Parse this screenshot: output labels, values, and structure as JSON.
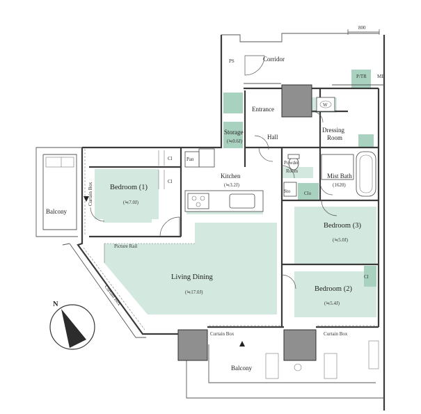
{
  "scale_label": "800",
  "compass_label": "N",
  "rooms": {
    "corridor": "Corridor",
    "ps": "PS",
    "ptr": "P/TR",
    "mb": "MB",
    "entrance": "Entrance",
    "storage": "Storage",
    "storage_area": "(≒0.6J)",
    "hall": "Hall",
    "dressing": "Dressing",
    "dressing_room": "Room",
    "kitchen": "Kitchen",
    "kitchen_area": "(≒3.2J)",
    "bedroom1": "Bedroom (1)",
    "bedroom1_area": "(≒7.0J)",
    "bedroom2": "Bedroom (2)",
    "bedroom2_area": "(≒5.4J)",
    "bedroom3": "Bedroom (3)",
    "bedroom3_area": "(≒5.0J)",
    "living": "Living Dining",
    "living_area": "(≒17.0J)",
    "mist_bath": "Mist Bath",
    "mist_bath_area": "(1620)",
    "powder": "Powder",
    "room": "Room",
    "balcony_left": "Balcony",
    "balcony_bottom": "Balcony",
    "pantry": "Pan",
    "cl": "Cl",
    "clo": "Clo",
    "sto": "Sto",
    "wash": "W",
    "picture_rail": "Picture Rail",
    "curtain_box_left": "Curtain Box",
    "curtain_box_diag": "Curtain Box",
    "curtain_box_bottom": "Curtain Box",
    "curtain_box_right": "Curtain Box"
  },
  "colors": {
    "floor_highlight": "#d3e8de",
    "storage_green": "#a9d1bf",
    "wall": "#3a3a3a",
    "pillar": "#8f8f8f"
  },
  "icons": [
    "compass-icon",
    "entrance-arrow-icon",
    "balcony-arrow-icon",
    "bathtub-icon",
    "stove-icon",
    "sink-icon",
    "toilet-icon"
  ]
}
